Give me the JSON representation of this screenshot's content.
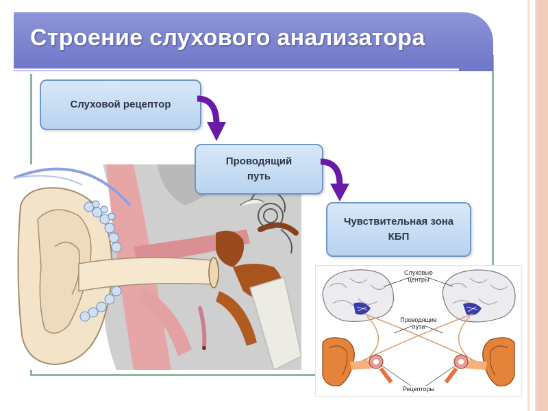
{
  "title": "Строение слухового анализатора",
  "flow": {
    "box1": "Слуховой рецептор",
    "box2": "Проводящий путь",
    "box3": "Чувствительная зона КБП"
  },
  "panel": {
    "centers_label": "Слуховые центры",
    "paths_label": "Проводящие пути",
    "receptors_label": "Рецепторы"
  },
  "colors": {
    "banner": "#7a81cf",
    "box_fill": "#c6dcf4",
    "box_border": "#6f96c4",
    "arrow": "#6a1aa8",
    "frame": "#8fb4a4"
  },
  "icons": {
    "arrow": "curved-down-arrow-icon"
  }
}
